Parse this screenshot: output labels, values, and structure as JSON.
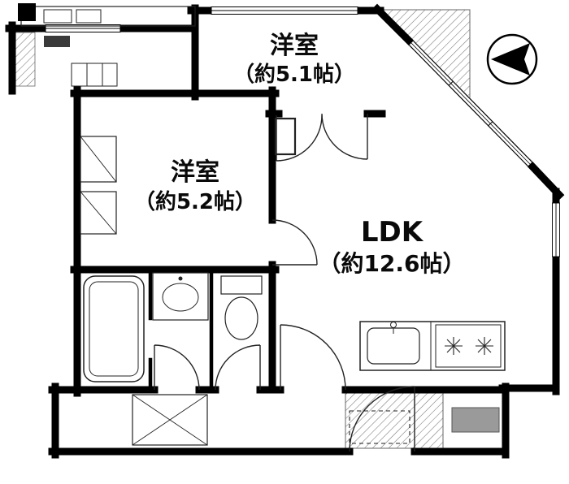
{
  "floor_plan": {
    "rooms": [
      {
        "name": "洋室",
        "size": "（約5.1帖）"
      },
      {
        "name": "洋室",
        "size": "（約5.2帖）"
      },
      {
        "name": "LDK",
        "size": "（約12.6帖）"
      }
    ],
    "compass": {
      "icon": "north-arrow",
      "direction": "left"
    },
    "colors": {
      "wall": "#000000",
      "fixture_line": "#222222",
      "hatch": "#777777",
      "entrance_mat": "#9a9a9a",
      "background": "#ffffff"
    }
  }
}
